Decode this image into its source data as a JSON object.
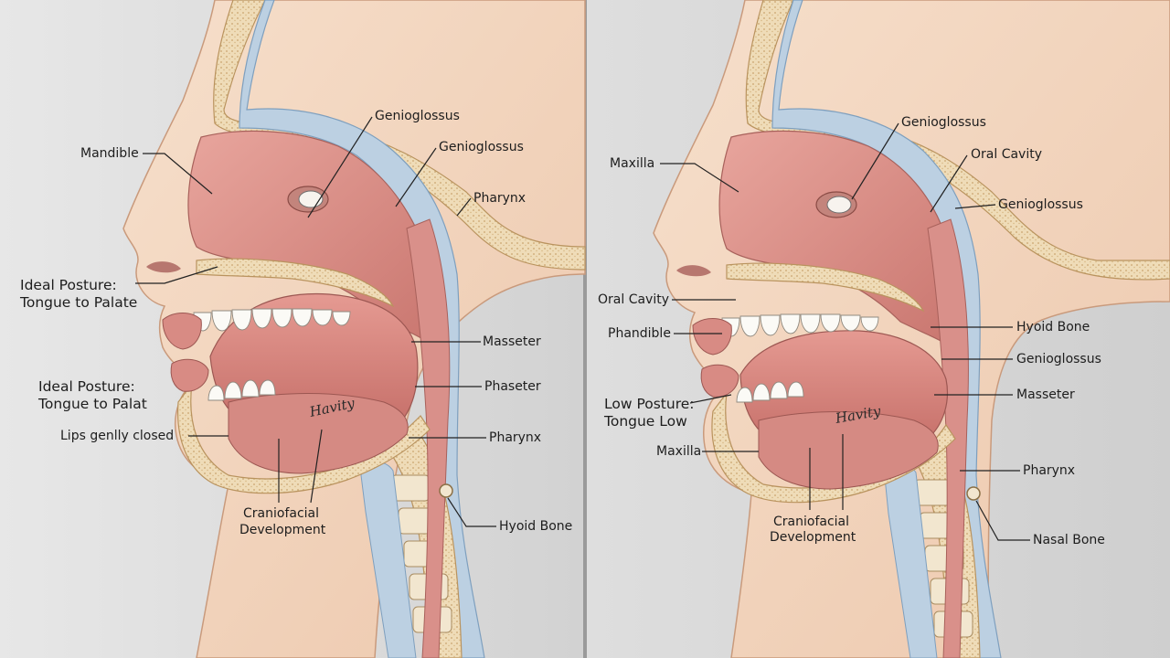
{
  "left_panel": {
    "labels": {
      "mandible": "Mandible",
      "genioglossus_1": "Genioglossus",
      "genioglossus_2": "Genioglossus",
      "pharynx_1": "Pharynx",
      "ideal_posture_1_line1": "Ideal Posture:",
      "ideal_posture_1_line2": "Tongue to Palate",
      "masseter": "Masseter",
      "ideal_posture_2_line1": "Ideal Posture:",
      "ideal_posture_2_line2": "Tongue to Palat",
      "phaseter": "Phaseter",
      "havity": "Havity",
      "lips": "Lips genlly closed",
      "pharynx_2": "Pharynx",
      "craniofacial_line1": "Craniofacial",
      "craniofacial_line2": "Development",
      "hyoid_bone": "Hyoid Bone"
    }
  },
  "right_panel": {
    "labels": {
      "genioglossus_1": "Genioglossus",
      "maxilla_1": "Maxilla",
      "oral_cavity_1": "Oral Cavity",
      "genioglossus_2": "Genioglossus",
      "oral_cavity_2": "Oral Cavity",
      "phandible": "Phandible",
      "hyoid_bone": "Hyoid Bone",
      "genioglossus_3": "Genioglossus",
      "low_posture_line1": "Low Posture:",
      "low_posture_line2": "Tongue Low",
      "masseter": "Masseter",
      "havity": "Havity",
      "maxilla_2": "Maxilla",
      "pharynx": "Pharynx",
      "craniofacial_line1": "Craniofacial",
      "craniofacial_line2": "Development",
      "nasal_bone": "Nasal Bone"
    }
  },
  "colors": {
    "background": "#dcdcdc",
    "skin": "#f1d4bd",
    "muscle": "#d98c86",
    "bone": "#efdcb8",
    "airway": "#b9cde0",
    "divider": "#8a8a8a"
  }
}
